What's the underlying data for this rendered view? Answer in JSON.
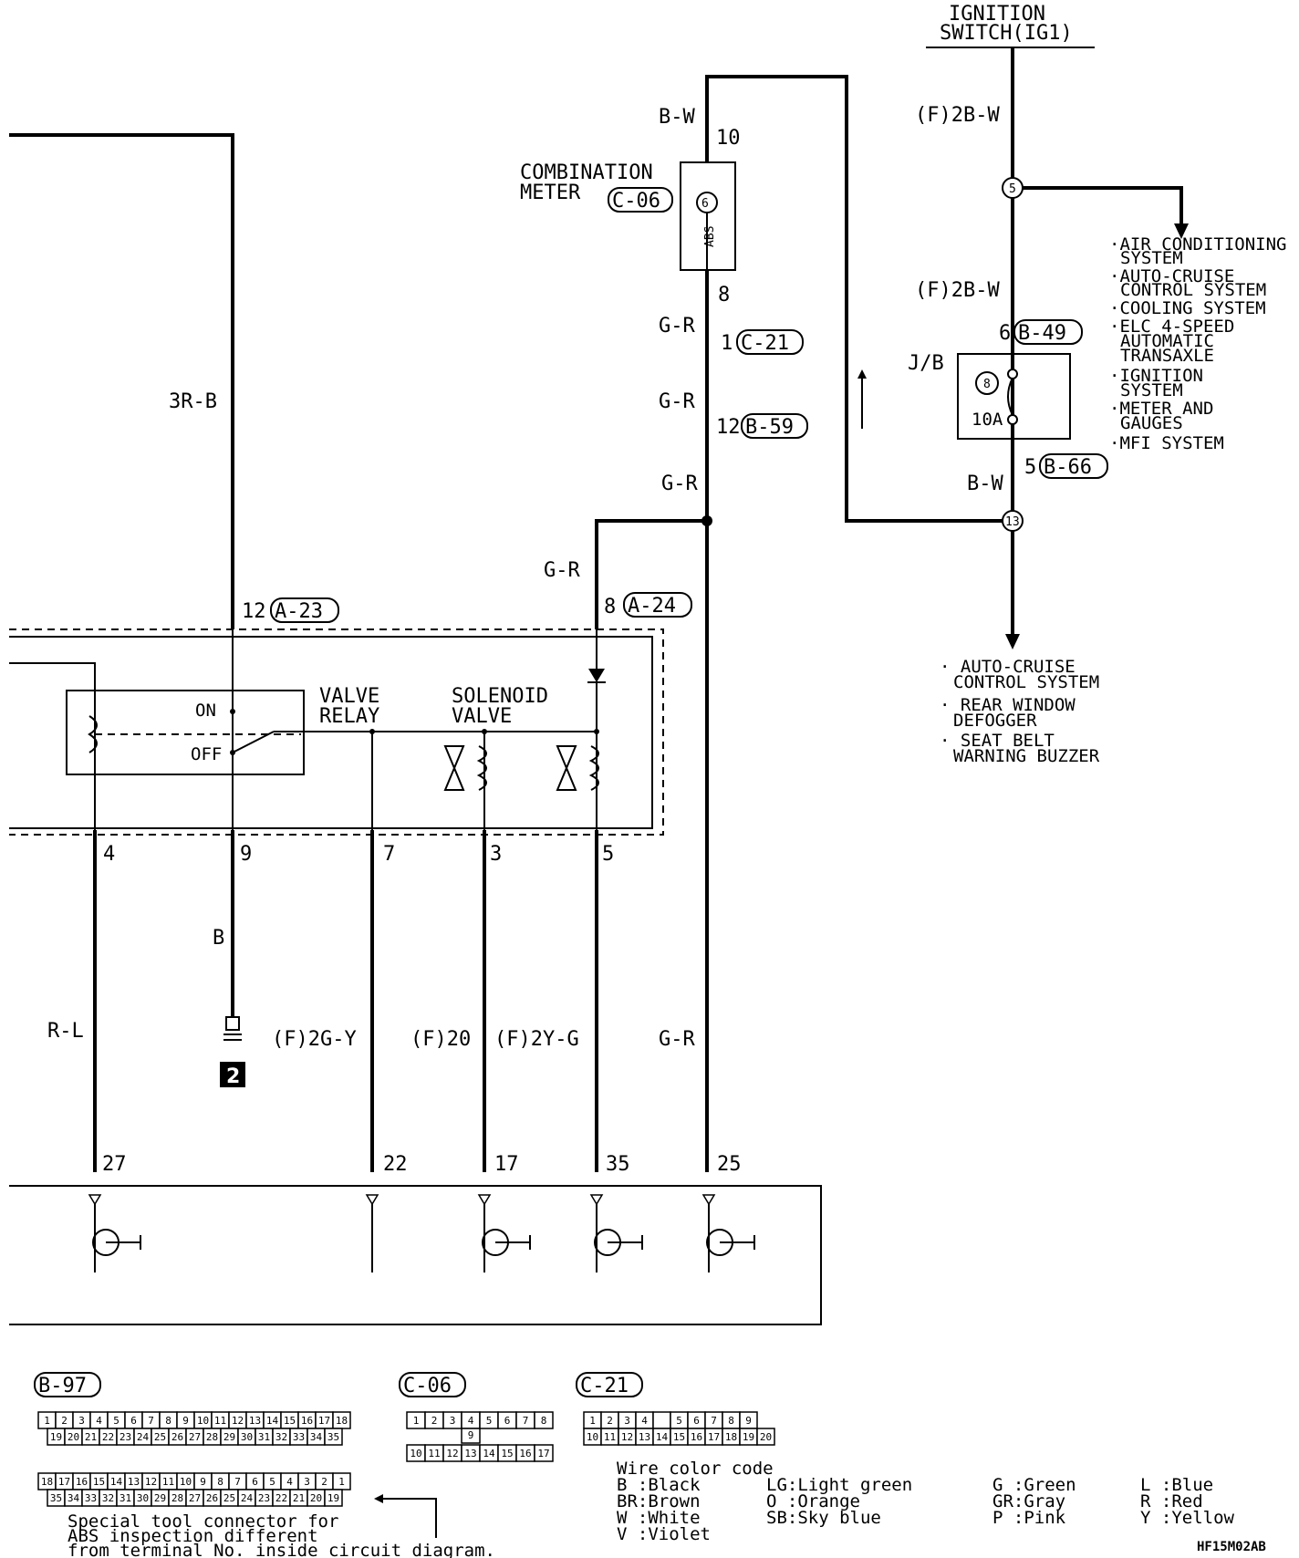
{
  "ignition": {
    "line1": "IGNITION",
    "line2": "SWITCH(IG1)"
  },
  "combination_meter": {
    "line1": "COMBINATION",
    "line2": "METER",
    "connector": "C-06",
    "lamp": "ABS"
  },
  "wires": {
    "bw_top": "B-W",
    "pin10": "10",
    "pin8": "8",
    "gr1": "G-R",
    "pin1": "1",
    "conn_c21": "C-21",
    "gr2": "G-R",
    "pin12": "12",
    "conn_b59": "B-59",
    "gr3": "G-R",
    "gr4": "G-R",
    "r3b": "3R-B",
    "pin12_a23": "12",
    "conn_a23": "A-23",
    "pin8_a24": "8",
    "conn_a24": "A-24",
    "f2bw1": "(F)2B-W",
    "f2bw2": "(F)2B-W",
    "pin6": "6",
    "conn_b49": "B-49",
    "jb": "J/B",
    "fuse_no": "8",
    "fuse_amp": "10A",
    "pin5": "5",
    "conn_b66": "B-66",
    "bw_jb": "B-W",
    "node5": "5",
    "node13": "13"
  },
  "ig_loads": [
    "·AIR CONDITIONING",
    "SYSTEM",
    "·AUTO-CRUISE",
    "CONTROL SYSTEM",
    "·COOLING SYSTEM",
    "·ELC 4-SPEED",
    "AUTOMATIC",
    "TRANSAXLE",
    "·IGNITION",
    "SYSTEM",
    "·METER AND",
    "GAUGES",
    "·MFI SYSTEM"
  ],
  "bottom_loads": [
    "· AUTO-CRUISE",
    "CONTROL SYSTEM",
    "· REAR WINDOW",
    "DEFOGGER",
    "· SEAT BELT",
    "WARNING BUZZER"
  ],
  "relay": {
    "on": "ON",
    "off": "OFF",
    "valve_relay1": "VALVE",
    "valve_relay2": "RELAY",
    "solenoid1": "SOLENOID",
    "solenoid2": "VALVE"
  },
  "hu_pins": [
    "4",
    "9",
    "7",
    "3",
    "5"
  ],
  "lower_wires": {
    "rl": "R-L",
    "b": "B",
    "f2gy": "(F)2G-Y",
    "f20": "(F)20",
    "f2yg": "(F)2Y-G",
    "gr": "G-R",
    "ground": "2"
  },
  "ecu_pins": [
    "27",
    "22",
    "17",
    "35",
    "25"
  ],
  "connectors": {
    "b97": "B-97",
    "b97_row1": [
      "1",
      "2",
      "3",
      "4",
      "5",
      "6",
      "7",
      "8",
      "9",
      "10",
      "11",
      "12",
      "13",
      "14",
      "15",
      "16",
      "17",
      "18"
    ],
    "b97_row2": [
      "19",
      "20",
      "21",
      "22",
      "23",
      "24",
      "25",
      "26",
      "27",
      "28",
      "29",
      "30",
      "31",
      "32",
      "33",
      "34",
      "35"
    ],
    "b97s_row1": [
      "18",
      "17",
      "16",
      "15",
      "14",
      "13",
      "12",
      "11",
      "10",
      "9",
      "8",
      "7",
      "6",
      "5",
      "4",
      "3",
      "2",
      "1"
    ],
    "b97s_row2": [
      "35",
      "34",
      "33",
      "32",
      "31",
      "30",
      "29",
      "28",
      "27",
      "26",
      "25",
      "24",
      "23",
      "22",
      "21",
      "20",
      "19"
    ],
    "c06": "C-06",
    "c06_row1": [
      "1",
      "2",
      "3",
      "4",
      "5",
      "6",
      "7",
      "8"
    ],
    "c06_mid": "9",
    "c06_row2": [
      "10",
      "11",
      "12",
      "13",
      "14",
      "15",
      "16",
      "17"
    ],
    "c21": "C-21",
    "c21_row1": [
      "1",
      "2",
      "3",
      "4",
      "",
      "5",
      "6",
      "7",
      "8",
      "9"
    ],
    "c21_row2": [
      "10",
      "11",
      "12",
      "13",
      "14",
      "15",
      "16",
      "17",
      "18",
      "19",
      "20"
    ]
  },
  "note": [
    "Special tool connector for",
    "ABS inspection different",
    "from terminal No. inside circuit diagram."
  ],
  "color_code": {
    "title": "Wire color code",
    "col1": [
      "B :Black",
      "BR:Brown",
      "W :White",
      "V :Violet"
    ],
    "col2": [
      "LG:Light green",
      "O :Orange",
      "SB:Sky blue"
    ],
    "col3": [
      "G :Green",
      "GR:Gray",
      "P :Pink"
    ],
    "col4": [
      "L :Blue",
      "R :Red",
      "Y :Yellow"
    ]
  },
  "code": "HF15M02AB"
}
